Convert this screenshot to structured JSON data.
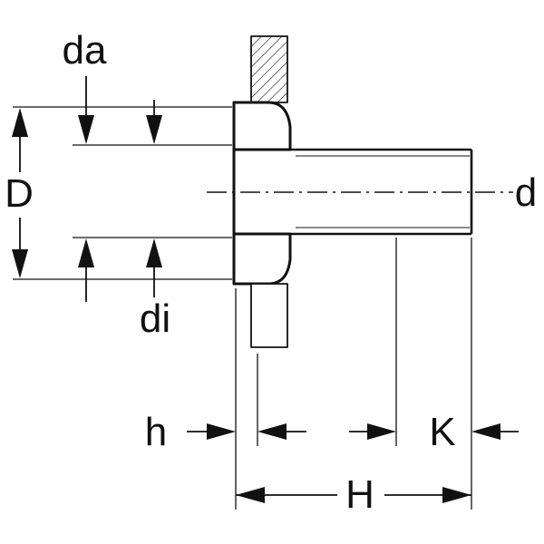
{
  "diagram": {
    "type": "pipe-flange-cross-section",
    "background_color": "#ffffff",
    "line_color": "#111111",
    "labels": {
      "da": "da",
      "D": "D",
      "di": "di",
      "d": "d",
      "h": "h",
      "K": "K",
      "H": "H"
    }
  }
}
